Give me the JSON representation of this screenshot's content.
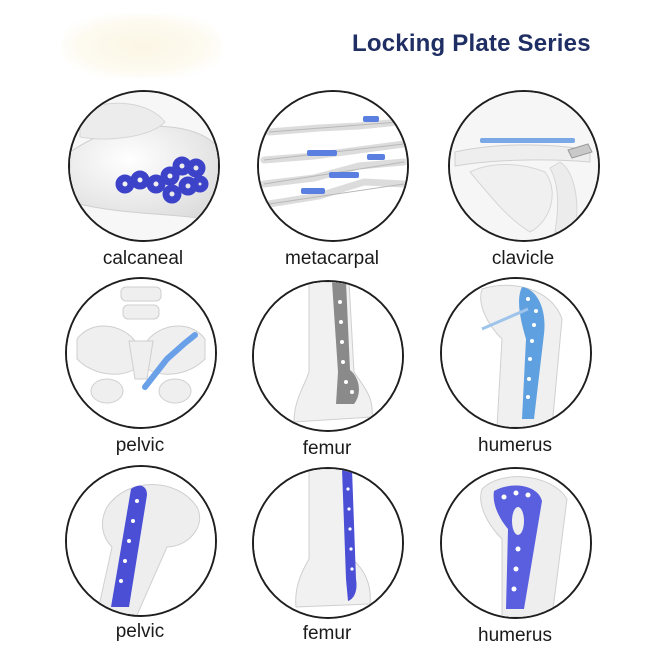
{
  "title": "Locking Plate Series",
  "colors": {
    "title": "#1f2e63",
    "plate_blue": "#3d43c9",
    "plate_light": "#5fa0e0",
    "plate_gray": "#8a8a8a",
    "bone": "#f2f2f2"
  },
  "items": [
    {
      "label": "calcaneal",
      "icon": "calcaneal-plate-icon"
    },
    {
      "label": "metacarpal",
      "icon": "metacarpal-plate-icon"
    },
    {
      "label": "clavicle",
      "icon": "clavicle-plate-icon"
    },
    {
      "label": "pelvic",
      "icon": "pelvic-plate-icon"
    },
    {
      "label": "femur",
      "icon": "femur-plate-icon"
    },
    {
      "label": "humerus",
      "icon": "humerus-plate-icon"
    },
    {
      "label": "pelvic",
      "icon": "pelvic-plate-icon"
    },
    {
      "label": "femur",
      "icon": "femur-plate-icon"
    },
    {
      "label": "humerus",
      "icon": "humerus-plate-icon"
    }
  ]
}
